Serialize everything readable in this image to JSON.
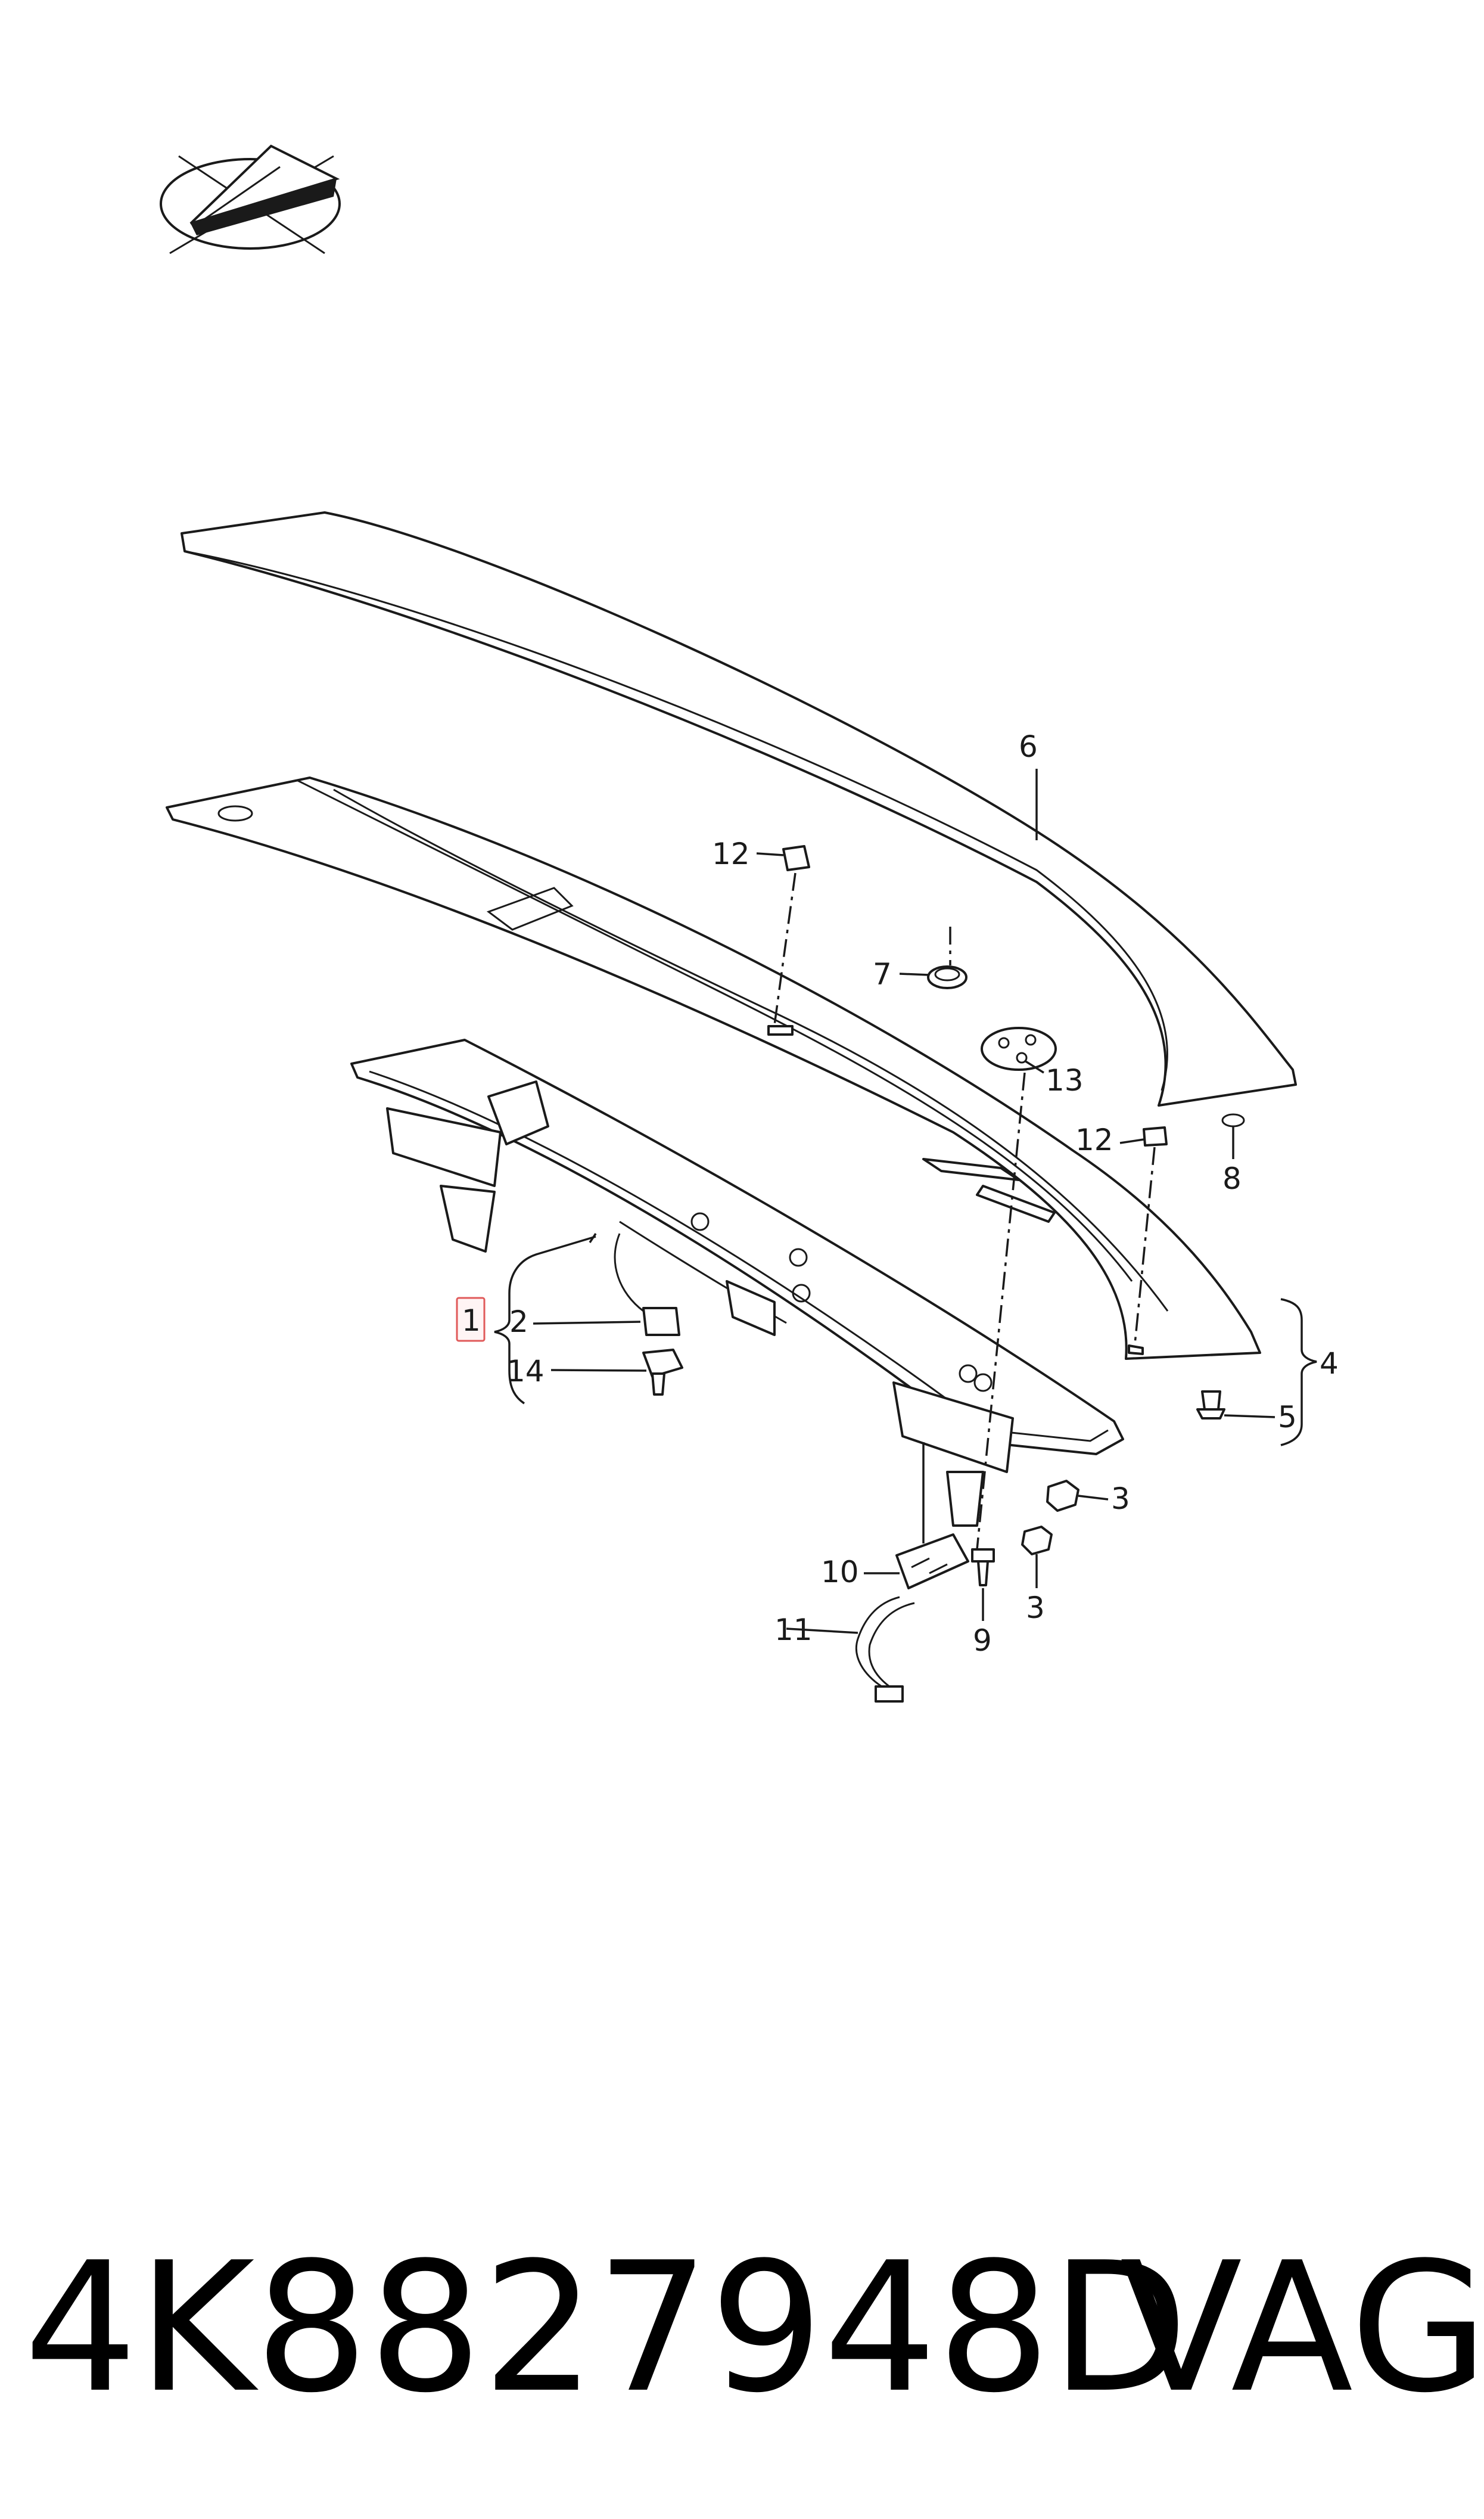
{
  "callouts": {
    "c1": "1",
    "c2": "2",
    "c3a": "3",
    "c3b": "3",
    "c4": "4",
    "c5": "5",
    "c6": "6",
    "c7": "7",
    "c8": "8",
    "c9": "9",
    "c10": "10",
    "c11": "11",
    "c12a": "12",
    "c12b": "12",
    "c13": "13",
    "c14": "14"
  },
  "highlighted_callout": "1",
  "footer": {
    "part_number": "4K8827948D",
    "brand": "VAG"
  },
  "colors": {
    "line": "#1a1a1a",
    "highlight": "#e05a5a",
    "background": "#ffffff"
  },
  "icons": {
    "logo": "paper-plane-ellipse-logo"
  }
}
